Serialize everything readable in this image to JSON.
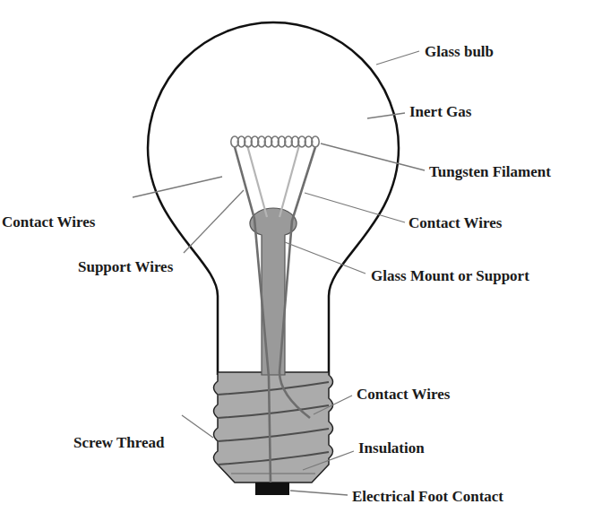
{
  "diagram": {
    "labels": [
      "Glass bulb",
      "Inert Gas",
      "Tungsten Filament",
      "Contact Wires",
      "Contact Wires",
      "Support Wires",
      "Glass Mount or Support",
      "Contact Wires",
      "Screw Thread",
      "Insulation",
      "Electrical Foot Contact"
    ]
  }
}
